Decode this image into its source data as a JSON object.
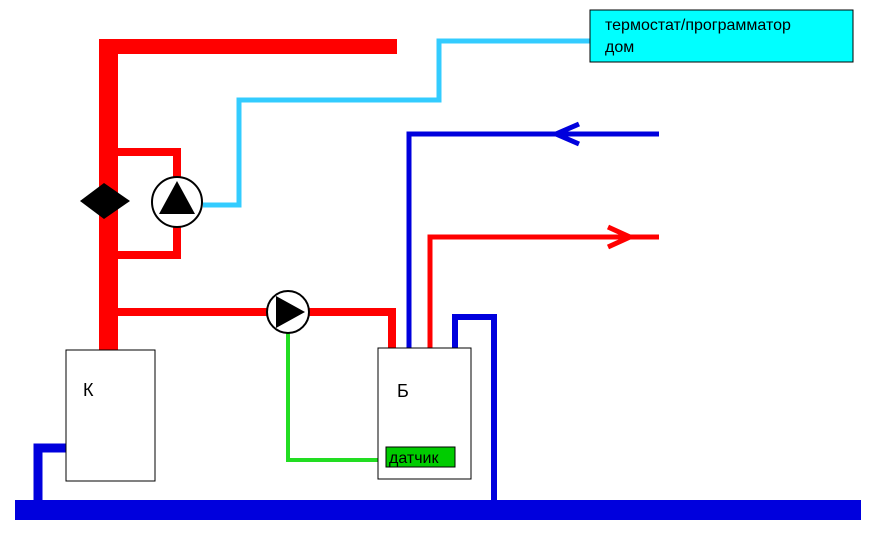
{
  "thermostat": {
    "line1": "термостат/программатор",
    "line2": "дом",
    "fill": "#00ffff"
  },
  "boiler": {
    "label": "К"
  },
  "tank": {
    "label": "Б"
  },
  "sensor": {
    "label": "датчик",
    "fill": "#00cc00"
  },
  "colors": {
    "hot_pipe": "#ff0000",
    "cold_pipe": "#0000dd",
    "control_wire": "#33ccff",
    "sensor_wire": "#22dd22",
    "pump_symbol": "#000000"
  }
}
